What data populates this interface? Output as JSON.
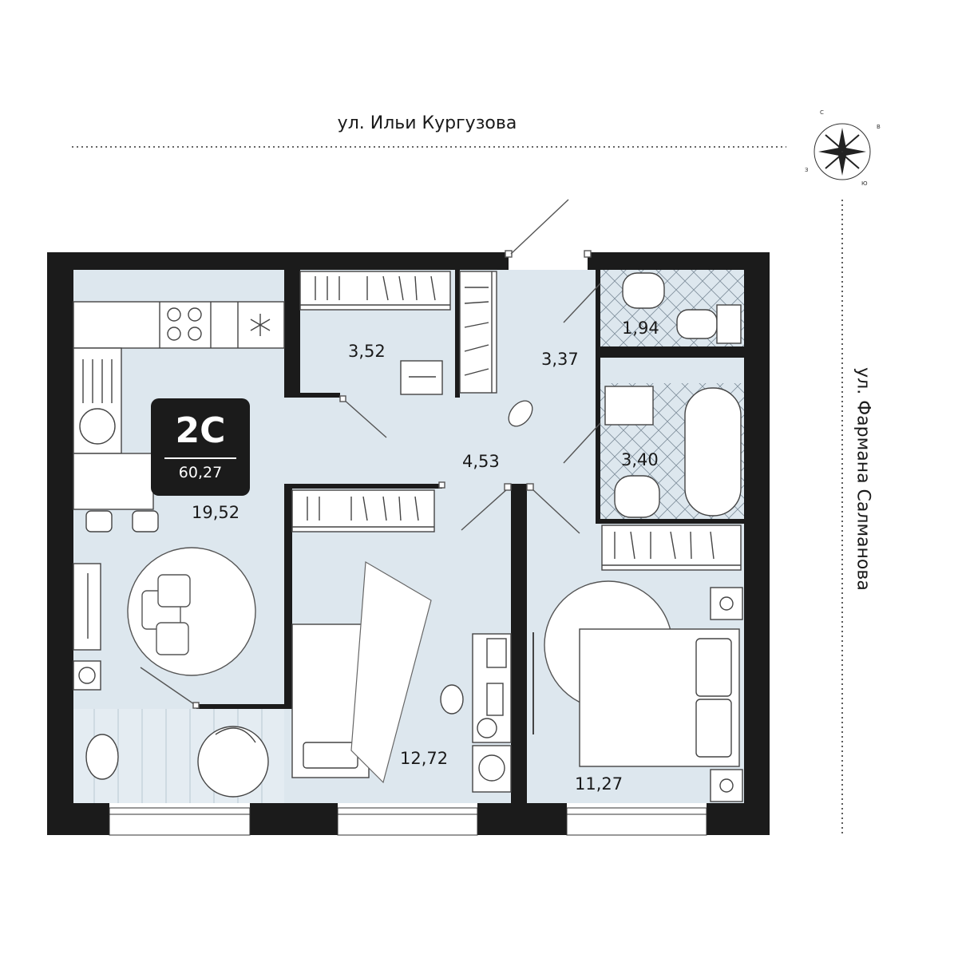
{
  "streets": {
    "top": "ул. Ильи Кургузова",
    "right": "ул. Фармана Салманова"
  },
  "apartment": {
    "type": "2С",
    "total_area": "60,27"
  },
  "rooms": {
    "living_kitchen": "19,52",
    "storage": "3,52",
    "hall": "3,37",
    "corridor": "4,53",
    "toilet": "1,94",
    "bathroom": "3,40",
    "bedroom_left": "12,72",
    "bedroom_right": "11,27"
  },
  "compass": {
    "north": "С",
    "east": "В",
    "south": "Ю",
    "west": "З"
  },
  "colors": {
    "wall": "#1b1b1b",
    "floor": "#dde7ee",
    "tile_line": "#7f8f9c"
  }
}
